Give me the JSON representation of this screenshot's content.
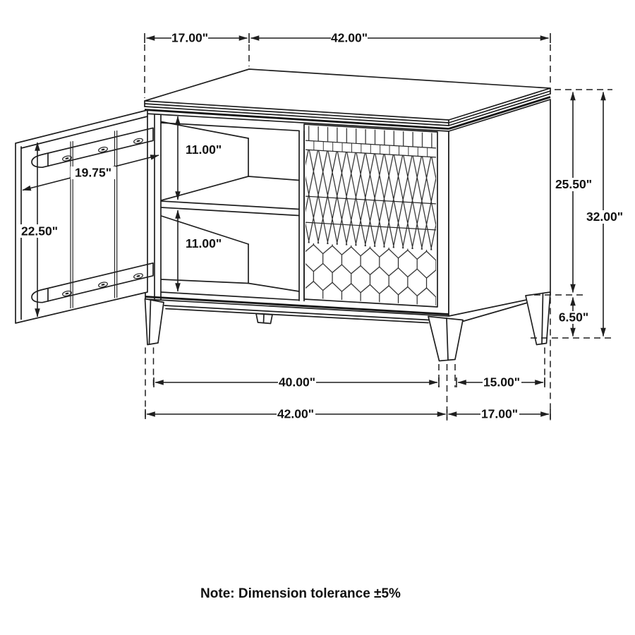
{
  "diagram": {
    "type": "furniture-dimension-drawing",
    "product": "accent cabinet with open door, two shelf openings, lattice-honeycomb panel and tapered legs",
    "note": "Note: Dimension tolerance ±5%",
    "colors": {
      "line": "#1f1f1f",
      "background": "#ffffff"
    },
    "dims": {
      "top_depth": "17.00\"",
      "top_width": "42.00\"",
      "door_diag": "19.75\"",
      "door_height": "22.50\"",
      "upper_opening": "11.00\"",
      "lower_opening": "11.00\"",
      "case_height": "25.50\"",
      "overall_height": "32.00\"",
      "leg_height": "6.50\"",
      "front_leg_spacing": "40.00\"",
      "side_leg_spacing": "15.00\"",
      "overall_width": "42.00\"",
      "overall_depth": "17.00\""
    }
  }
}
